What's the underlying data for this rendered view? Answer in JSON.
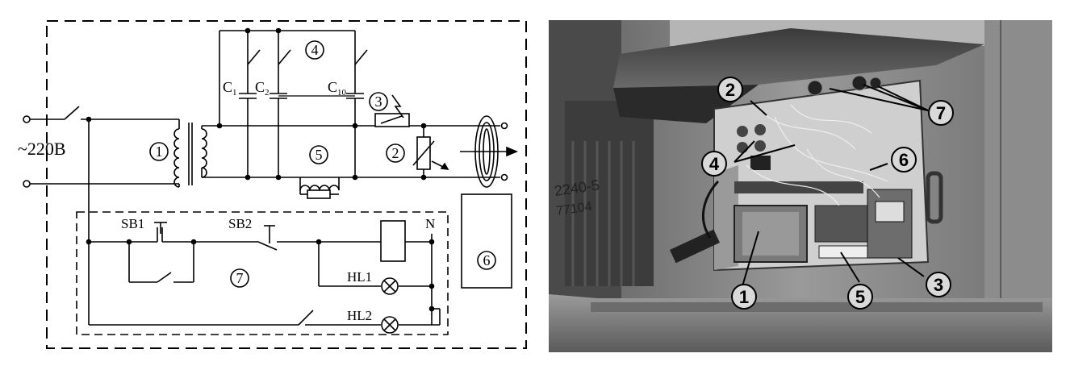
{
  "schematic": {
    "supply_label": "~220В",
    "capacitors": [
      "C",
      "C",
      "C"
    ],
    "capacitor_subscripts": [
      "1",
      "2",
      "10"
    ],
    "switches": [
      "SB1",
      "SB2"
    ],
    "lamps": [
      "HL1",
      "HL2"
    ],
    "neutral": "N",
    "callouts": [
      "1",
      "2",
      "3",
      "4",
      "5",
      "6",
      "7"
    ]
  },
  "photo": {
    "callouts": [
      "1",
      "2",
      "3",
      "4",
      "5",
      "6",
      "7"
    ],
    "wall_text": [
      "2240-5",
      "77104"
    ],
    "colors": {
      "wall": "#8a8a8a",
      "box_inner": "#cfcfcf",
      "table": "#7d7d7d"
    }
  }
}
